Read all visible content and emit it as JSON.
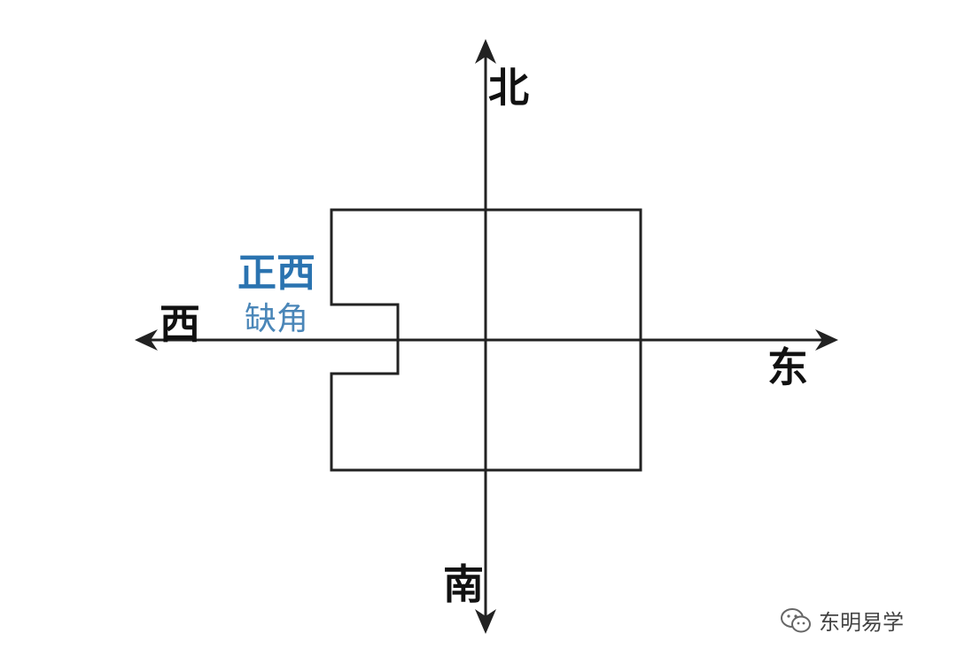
{
  "directions": {
    "north": "北",
    "south": "南",
    "east": "东",
    "west": "西"
  },
  "missing_corner": {
    "title": "正西",
    "subtitle": "缺角"
  },
  "watermark": {
    "icon": "wechat-icon",
    "text": "东明易学"
  },
  "colors": {
    "axis": "#222222",
    "outline": "#222222",
    "label_accent": "#2a73b0",
    "label_sub": "#4a86b8",
    "watermark": "#444444"
  }
}
